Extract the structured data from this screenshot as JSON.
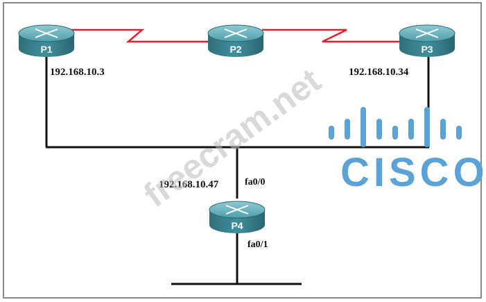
{
  "routers": {
    "p1": {
      "label": "P1"
    },
    "p2": {
      "label": "P2"
    },
    "p3": {
      "label": "P3"
    },
    "p4": {
      "label": "P4"
    }
  },
  "addresses": {
    "p1": "192.168.10.3",
    "p3": "192.168.10.34",
    "p4": "192.168.10.47"
  },
  "interfaces": {
    "p4_upper": "fa0/0",
    "p4_lower": "fa0/1"
  },
  "watermark": "freecram.net",
  "logo": {
    "text": "CISCO",
    "color": "#5ba3d6"
  },
  "colors": {
    "serial_link": "#e0202a",
    "ethernet_link": "#111111",
    "router_body": "#3e8a98"
  }
}
